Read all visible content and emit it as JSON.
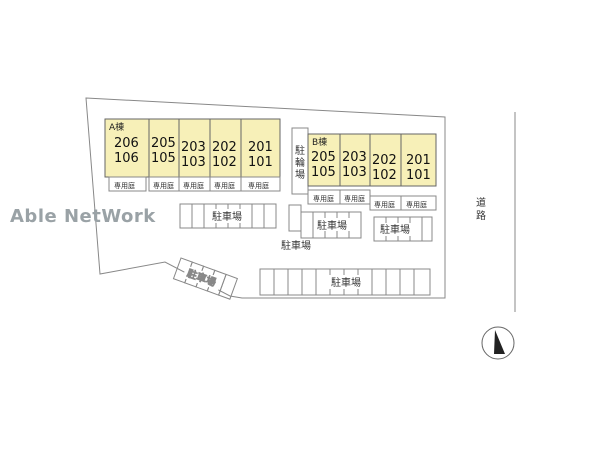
{
  "watermark": "Able NetWork",
  "colors": {
    "unit_fill": "#f7f0b8",
    "outline": "#666666",
    "watermark": "#9aa2a6"
  },
  "buildings": [
    {
      "id": "A",
      "label": "A棟",
      "units": [
        {
          "upper": "206",
          "lower": "106"
        },
        {
          "upper": "205",
          "lower": "105"
        },
        {
          "upper": "203",
          "lower": "103"
        },
        {
          "upper": "202",
          "lower": "102"
        },
        {
          "upper": "201",
          "lower": "101"
        }
      ]
    },
    {
      "id": "B",
      "label": "B棟",
      "units": [
        {
          "upper": "205",
          "lower": "105"
        },
        {
          "upper": "203",
          "lower": "103"
        },
        {
          "upper": "202",
          "lower": "102"
        },
        {
          "upper": "201",
          "lower": "101"
        }
      ]
    }
  ],
  "private_garden": "専用庭",
  "parking": "駐車場",
  "bicycle_parking": "駐輪場",
  "road": "道路",
  "north_icon": "north-arrow-icon"
}
